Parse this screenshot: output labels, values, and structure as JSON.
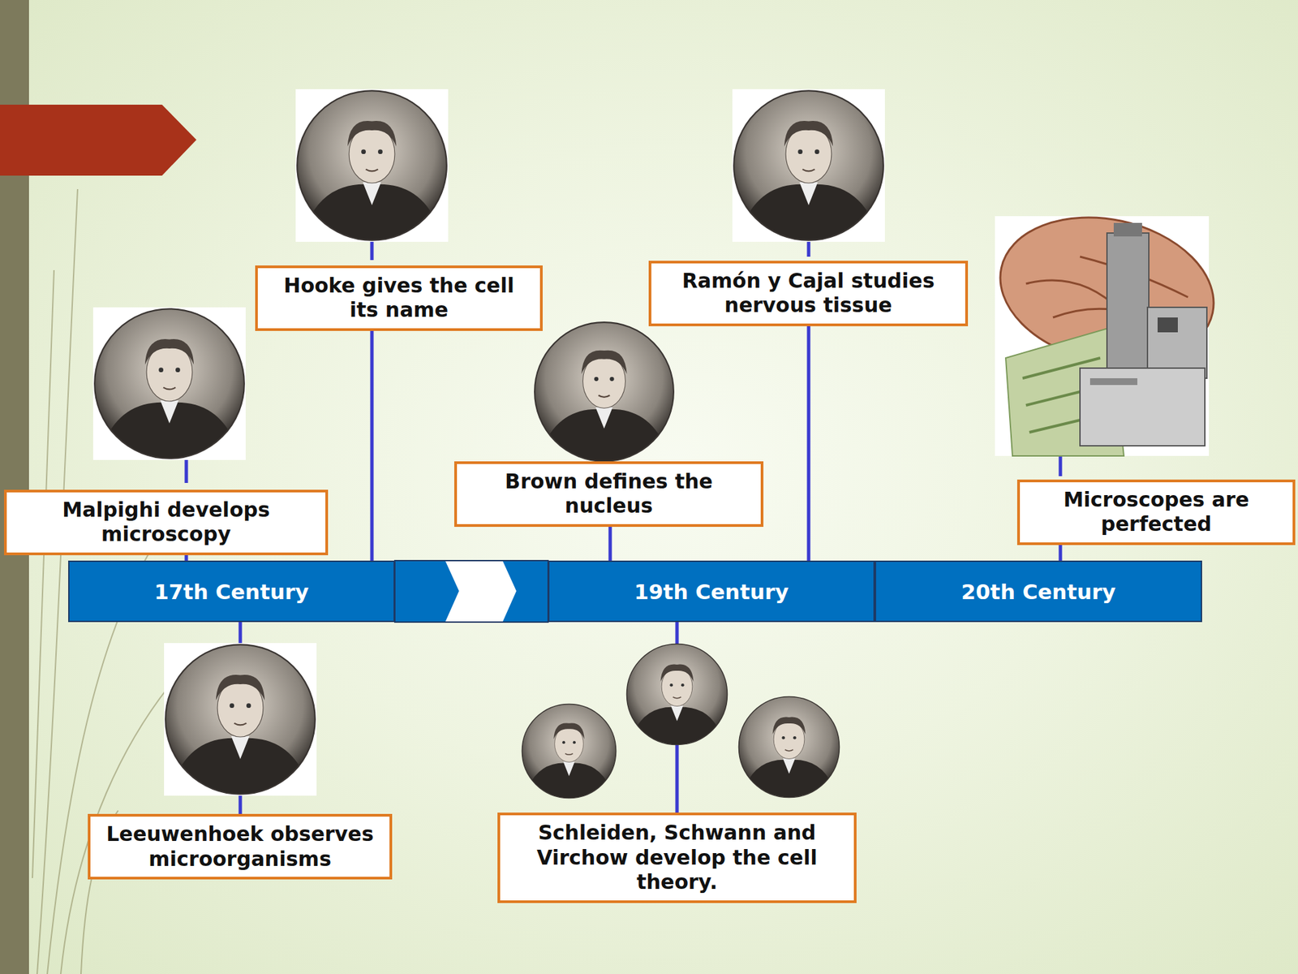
{
  "diagram": {
    "nodes": [
      {
        "text": [
          "Hooke gives the cell its name"
        ]
      },
      {
        "text": [
          "Ramón y Cajal studies nervous tissue"
        ]
      },
      {
        "text": [
          "Malpighi develops microscopy"
        ]
      },
      {
        "text": [
          "Brown defines the nucleus"
        ]
      },
      {
        "text": [
          "Microscopes are perfected"
        ]
      },
      {
        "text": [
          "17th Century"
        ]
      },
      {
        "text": [
          "19th Century"
        ]
      },
      {
        "text": [
          "20th Century"
        ]
      },
      {
        "text": [
          "Leeuwenhoek observes microorganisms"
        ]
      },
      {
        "text": [
          "Schleiden, Schwann and Virchow develop the cell theory."
        ]
      }
    ],
    "edges": [
      {
        "from": 0,
        "to": 5,
        "arrow": "none"
      },
      {
        "from": 2,
        "to": 5,
        "arrow": "none"
      },
      {
        "from": 8,
        "to": 5,
        "arrow": "none"
      },
      {
        "from": 3,
        "to": 6,
        "arrow": "none"
      },
      {
        "from": 1,
        "to": 6,
        "arrow": "none"
      },
      {
        "from": 9,
        "to": 6,
        "arrow": "none"
      },
      {
        "from": 4,
        "to": 7,
        "arrow": "none"
      }
    ]
  }
}
